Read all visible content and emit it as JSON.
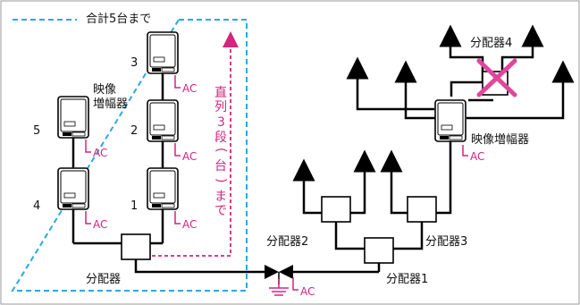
{
  "colors": {
    "frame": "#999999",
    "dashed_box": "#29a9e0",
    "accent": "#d6247f",
    "line": "#000000",
    "cross": "#e0479b"
  },
  "labels": {
    "group_title": "合計5台まで",
    "amp_group_label_line1": "映像",
    "amp_group_label_line2": "増幅器",
    "amp_right_label": "映像増幅器",
    "splitter_main": "分配器",
    "splitter_1": "分配器1",
    "splitter_2": "分配器2",
    "splitter_3": "分配器3",
    "splitter_4": "分配器4",
    "ac": "AC",
    "cascade_note": [
      "直",
      "列",
      "3",
      "段",
      "(",
      "台",
      ")",
      "ま",
      "で"
    ]
  },
  "amp_numbers": {
    "n1": "1",
    "n2": "2",
    "n3": "3",
    "n4": "4",
    "n5": "5"
  },
  "icons": {
    "amplifier": "amplifier-device-icon",
    "splitter": "splitter-box-icon",
    "coupler": "bowtie-coupler-icon",
    "ground": "ground-symbol-icon",
    "prohibited": "cross-mark-icon",
    "arrow": "arrow-up-icon"
  }
}
